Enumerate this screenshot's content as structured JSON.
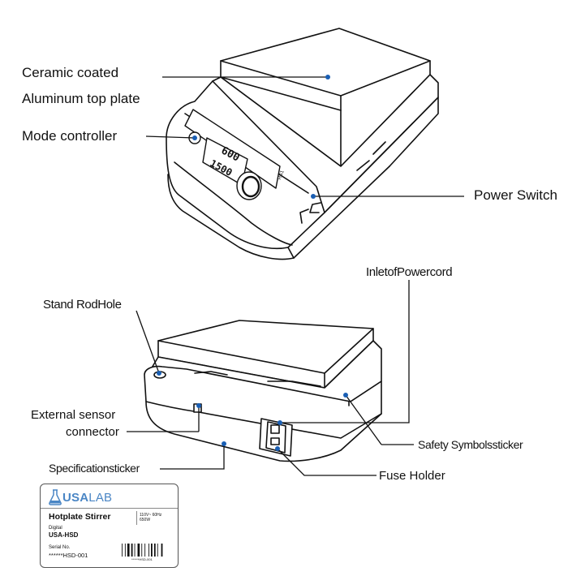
{
  "labels": {
    "top_plate_line1": "Ceramic coated",
    "top_plate_line2": "Aluminum top plate",
    "mode_controller": "Mode controller",
    "power_switch": "Power Switch",
    "inlet_power_cord": "InletofPowercord",
    "stand_rod_hole": "Stand RodHole",
    "external_sensor_line1": "External sensor",
    "external_sensor_line2": "connector",
    "specification_sticker": "Specificationsticker",
    "safety_symbols_sticker": "Safety Symbolssticker",
    "fuse_holder": "Fuse Holder"
  },
  "display": {
    "temperature": "600",
    "speed": "1500",
    "model_mark": "HS1"
  },
  "sticker": {
    "brand": "USALAB",
    "brand_bold": "USA",
    "brand_light": "LAB",
    "title": "Hotplate Stirrer",
    "spec_line1": "110V~ 60Hz",
    "spec_line2": "650W",
    "line_digital": "Digital",
    "model": "USA-HSD",
    "serial_label": "Serial No.",
    "serial_value": "******HSD-001",
    "barcode_caption": "******HSD-001",
    "brand_color": "#4a86c5"
  }
}
